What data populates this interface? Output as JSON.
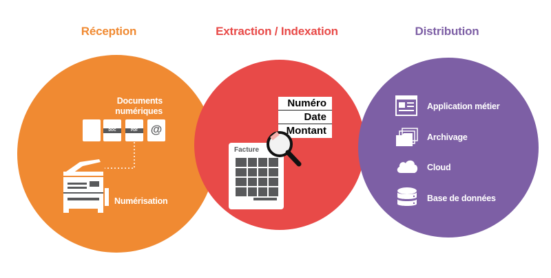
{
  "colors": {
    "reception": "#f08a32",
    "extraction": "#e84a48",
    "distribution": "#7d5fa5",
    "icon_gray": "#58595b"
  },
  "headings": {
    "reception": "Réception",
    "extraction": "Extraction / Indexation",
    "distribution": "Distribution"
  },
  "reception": {
    "documents_line1": "Documents",
    "documents_line2": "numériques",
    "doc_tag": "DOC",
    "pdf_tag": "PDF",
    "at_symbol": "@",
    "scan_label": "Numérisation"
  },
  "extraction": {
    "fields": [
      "Numéro",
      "Date",
      "Montant"
    ],
    "invoice_label": "Facture"
  },
  "distribution": {
    "items": [
      {
        "label": "Application métier",
        "icon": "application-window-icon"
      },
      {
        "label": "Archivage",
        "icon": "archive-folders-icon"
      },
      {
        "label": "Cloud",
        "icon": "cloud-icon"
      },
      {
        "label": "Base de données",
        "icon": "database-icon"
      }
    ]
  }
}
